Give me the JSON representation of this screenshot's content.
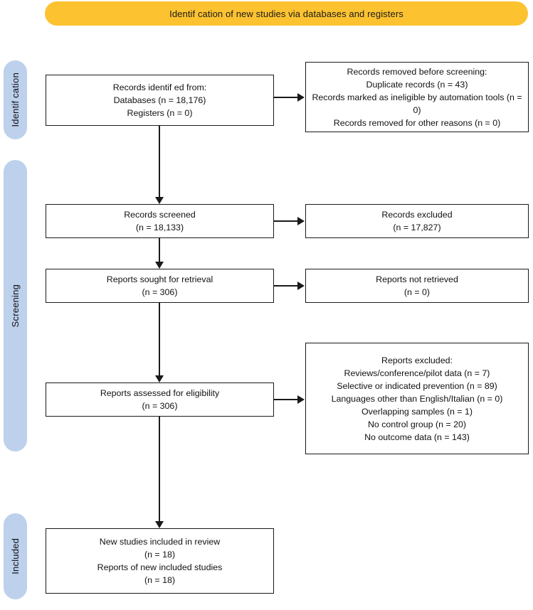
{
  "banner": {
    "title": "Identif cation of new studies via databases and registers"
  },
  "stages": [
    {
      "id": "identification",
      "label": "Identif cation"
    },
    {
      "id": "screening",
      "label": "Screening"
    },
    {
      "id": "included",
      "label": "Included"
    }
  ],
  "colors": {
    "banner": "#fcc230",
    "stage_pill": "#bdd0ec",
    "box_border": "#1a1a1a",
    "box_fill": "#ffffff",
    "text": "#111111"
  },
  "boxes": {
    "records_identified": {
      "text": "Records identif ed from:\nDatabases (n = 18,176)\nRegisters (n = 0)"
    },
    "records_removed": {
      "text": "Records removed before screening:\nDuplicate records (n = 43)\nRecords marked as ineligible by automation tools (n = 0)\nRecords removed for other reasons (n = 0)"
    },
    "records_screened": {
      "text": "Records screened\n(n = 18,133)"
    },
    "records_excluded": {
      "text": "Records excluded\n(n = 17,827)"
    },
    "reports_sought": {
      "text": "Reports sought for retrieval\n(n = 306)"
    },
    "reports_not_retrieved": {
      "text": "Reports not retrieved\n(n = 0)"
    },
    "reports_assessed": {
      "text": "Reports assessed for eligibility\n(n = 306)"
    },
    "reports_excluded": {
      "text": "Reports excluded:\nReviews/conference/pilot data (n = 7)\nSelective or indicated prevention (n = 89)\nLanguages other than English/Italian (n = 0)\nOverlapping samples (n = 1)\nNo control group (n = 20)\nNo outcome data (n = 143)"
    },
    "new_studies_included": {
      "text": "New studies included in review\n(n = 18)\nReports of new included studies\n(n = 18)"
    }
  },
  "counts": {
    "databases": 18176,
    "registers": 0,
    "duplicate_records": 43,
    "ineligible_automation_tools": 0,
    "removed_other_reasons": 0,
    "records_screened": 18133,
    "records_excluded": 17827,
    "reports_sought": 306,
    "reports_not_retrieved": 0,
    "reports_assessed": 306,
    "excluded_reviews_conference_pilot": 7,
    "excluded_selective_indicated_prevention": 89,
    "excluded_languages_other": 0,
    "excluded_overlapping_samples": 1,
    "excluded_no_control_group": 20,
    "excluded_no_outcome_data": 143,
    "new_studies_included": 18,
    "reports_of_new_included_studies": 18
  }
}
